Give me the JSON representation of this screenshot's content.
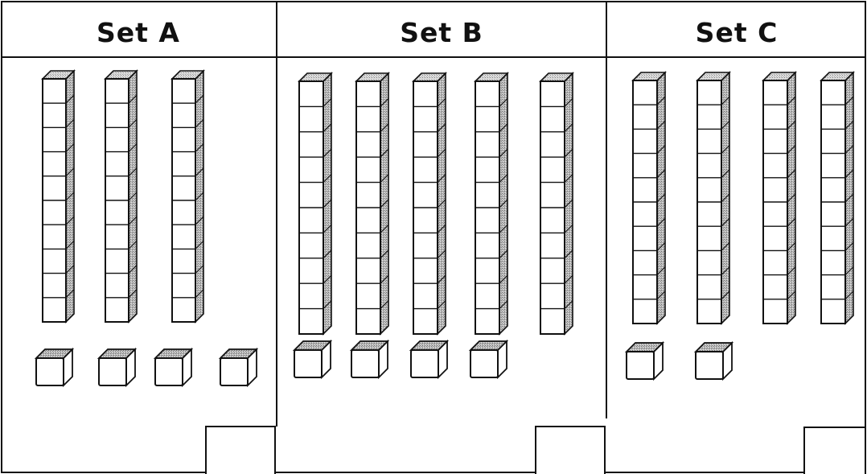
{
  "colors": {
    "line": "#111111",
    "face": "#ffffff",
    "side_shade": "#9a9a9a",
    "top_shade": "#c8c8c8",
    "background": "#ffffff"
  },
  "sets": [
    {
      "id": "a",
      "title": "Set A",
      "tens": 3,
      "ones": 4
    },
    {
      "id": "b",
      "title": "Set B",
      "tens": 5,
      "ones": 4
    },
    {
      "id": "c",
      "title": "Set C",
      "tens": 4,
      "ones": 2
    }
  ],
  "answer_boxes": [
    {
      "set": "Set A",
      "value": ""
    },
    {
      "set": "Set B",
      "value": ""
    },
    {
      "set": "Set C",
      "value": ""
    }
  ]
}
